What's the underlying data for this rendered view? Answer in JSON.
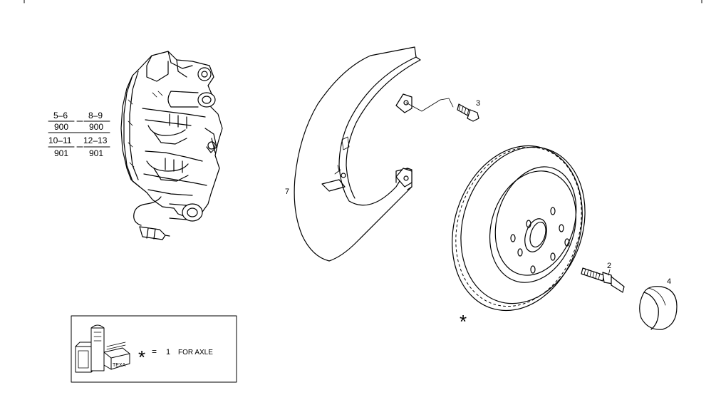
{
  "callouts": {
    "c2": "2",
    "c3": "3",
    "c4": "4",
    "c7": "7",
    "disc_star": "*"
  },
  "ref_table": {
    "r1_left_num": "5–6",
    "r1_left_den": "900",
    "r1_right_num": "8–9",
    "r1_right_den": "900",
    "r2_left_num": "10–11",
    "r2_left_den": "901",
    "r2_right_num": "12–13",
    "r2_right_den": "901"
  },
  "legend": {
    "symbol": "*",
    "equals": "=",
    "quantity": "1",
    "text": "FOR AXLE",
    "box_label": "TEXA"
  },
  "icons": {
    "caliper": "brake-caliper-icon",
    "shield": "dust-shield-icon",
    "disc": "brake-disc-icon",
    "stud": "wheel-stud-icon",
    "screw": "screw-icon",
    "cap": "hub-cap-icon",
    "sensor": "wear-sensor-icon"
  }
}
